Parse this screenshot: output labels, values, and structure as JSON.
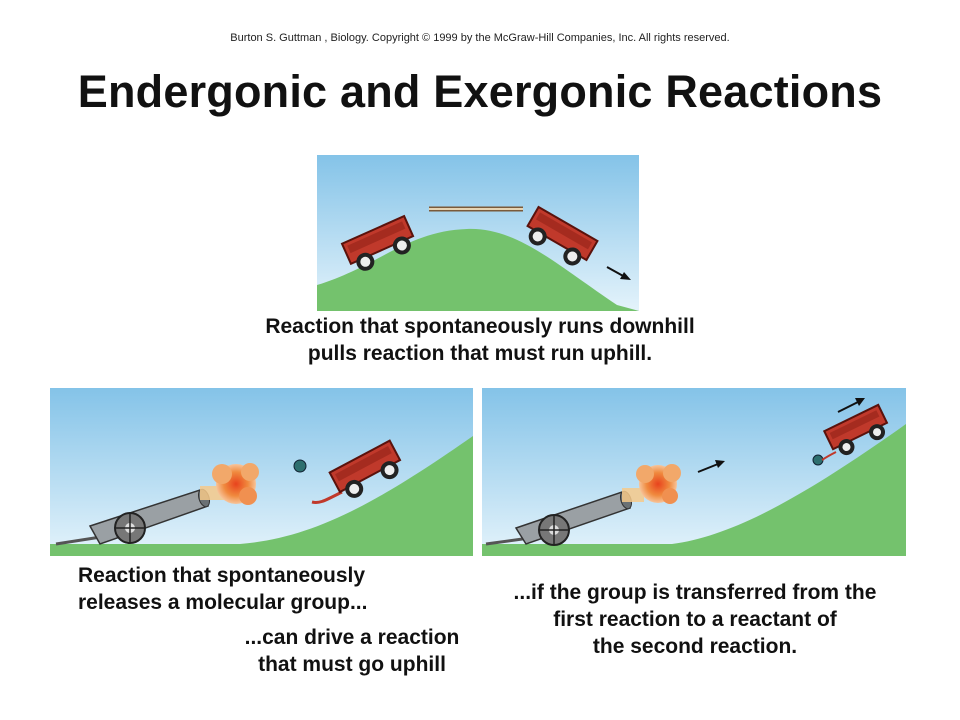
{
  "header": {
    "copyright": "Burton S. Guttman , Biology. Copyright © 1999 by the McGraw-Hill Companies, Inc. All rights reserved.",
    "title": "Endergonic and Exergonic Reactions"
  },
  "captions": {
    "top": [
      "Reaction that spontaneously runs downhill",
      "pulls reaction that must run uphill."
    ],
    "left": [
      "Reaction that spontaneously",
      "releases a molecular group..."
    ],
    "left_continued": [
      "...can drive a reaction",
      "that must go uphill"
    ],
    "right": [
      "...if the group is transferred from the",
      "first reaction to a reactant of",
      "the second reaction."
    ]
  },
  "colors": {
    "sky_top": "#84c3e8",
    "sky_bottom": "#e4f3fb",
    "hill": "#74c26d",
    "wagon": "#c0392b",
    "wagon_dark": "#7d1d14",
    "cannon": "#9aa0a4",
    "explosion": "#f08a3e"
  },
  "icons": [
    "wagon-icon",
    "cannon-icon",
    "explosion-icon",
    "cannonball-icon",
    "arrow-icon"
  ]
}
